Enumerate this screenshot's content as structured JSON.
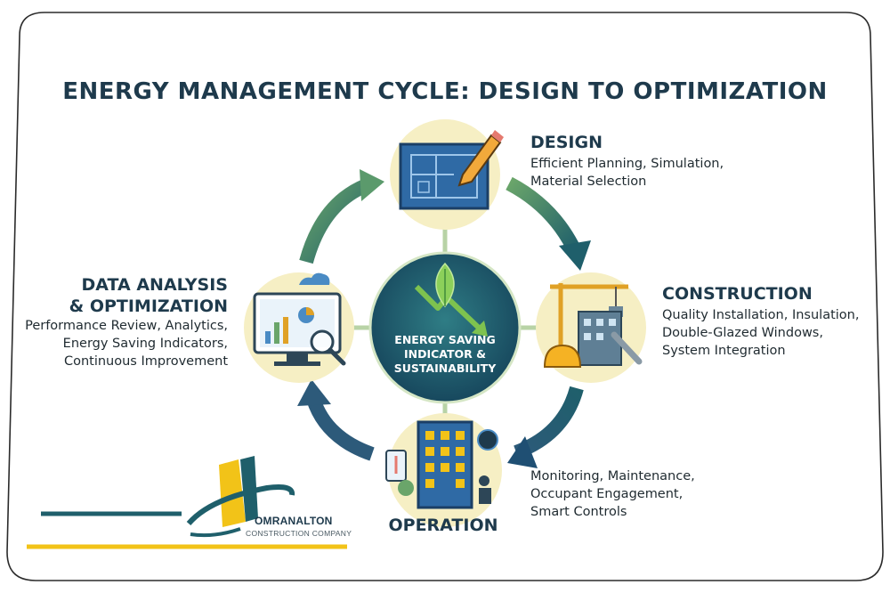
{
  "title": "ENERGY MANAGEMENT CYCLE: DESIGN TO OPTIMIZATION",
  "center": {
    "lines": [
      "ENERGY SAVING",
      "INDICATOR &",
      "SUSTAINABILITY"
    ]
  },
  "stages": {
    "design": {
      "heading": "DESIGN",
      "lines": [
        "Efficient Planning, Simulation,",
        "Material Selection"
      ]
    },
    "construction": {
      "heading": "CONSTRUCTION",
      "lines": [
        "Quality Installation, Insulation,",
        "Double-Glazed Windows,",
        "System Integration"
      ]
    },
    "operation": {
      "heading": "OPERATION",
      "lines": [
        "Monitoring, Maintenance,",
        "Occupant Engagement,",
        "Smart Controls"
      ]
    },
    "analysis": {
      "heading_lines": [
        "DATA ANALYSIS",
        "& OPTIMIZATION"
      ],
      "lines": [
        "Performance Review, Analytics,",
        "Energy Saving Indicators,",
        "Continuous Improvement"
      ]
    }
  },
  "logo": {
    "name": "OMRANALTON",
    "subtitle": "CONSTRUCTION COMPANY"
  },
  "colors": {
    "navy": "#1e3a4c",
    "teal_dark": "#1f5f6b",
    "green": "#6aa56a",
    "cream": "#f6efc4",
    "yellow": "#f2c318"
  },
  "icons": {
    "design": "blueprint-pencil-icon",
    "construction": "crane-building-icon",
    "operation": "smart-building-icon",
    "analysis": "monitor-analytics-icon",
    "center": "leaf-down-arrow-icon"
  }
}
